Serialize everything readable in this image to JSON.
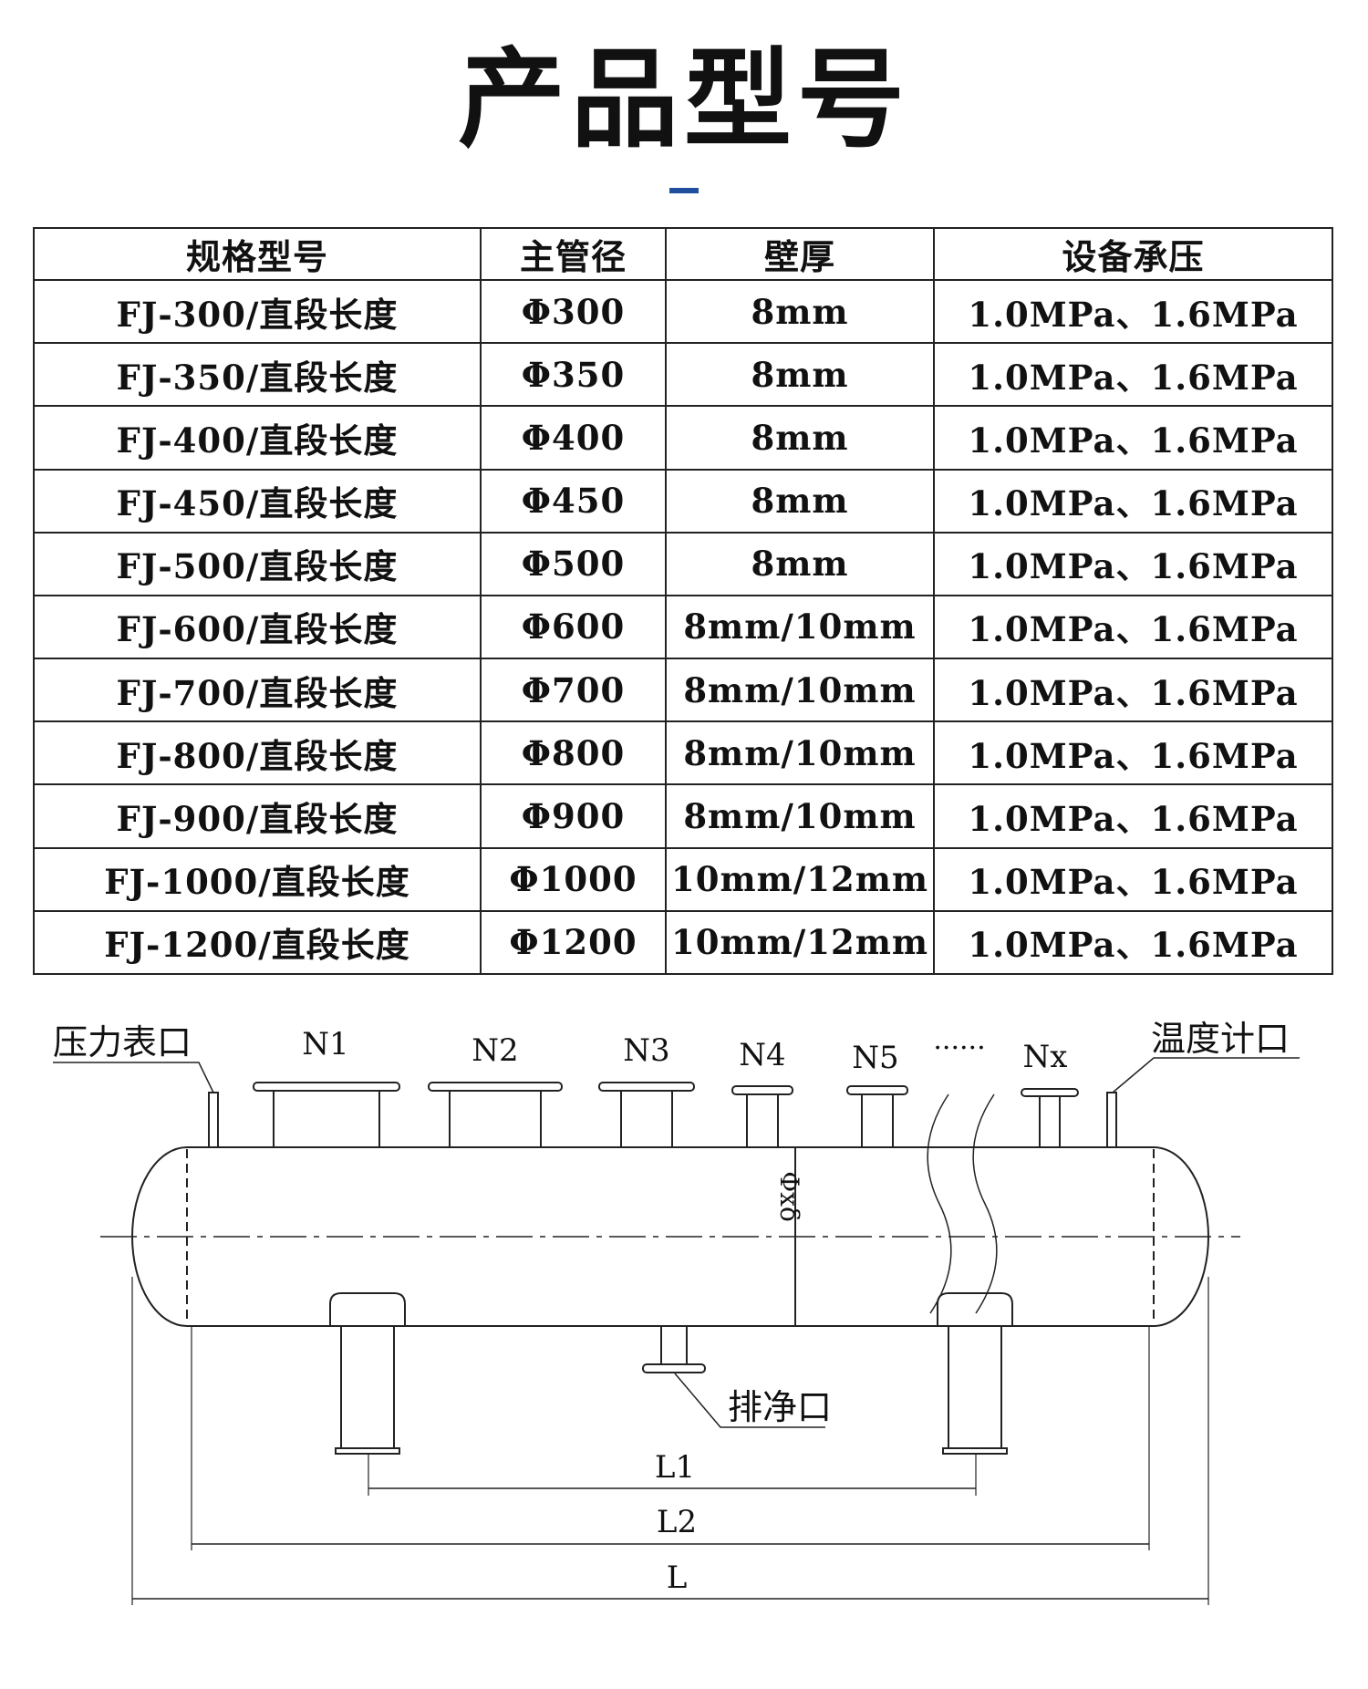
{
  "page_title": "产品型号",
  "accent_color": "#1e4e9c",
  "table": {
    "headers": [
      "规格型号",
      "主管径",
      "壁厚",
      "设备承压"
    ],
    "rows": [
      [
        "FJ-300/直段长度",
        "Φ300",
        "8mm",
        "1.0MPa、1.6MPa"
      ],
      [
        "FJ-350/直段长度",
        "Φ350",
        "8mm",
        "1.0MPa、1.6MPa"
      ],
      [
        "FJ-400/直段长度",
        "Φ400",
        "8mm",
        "1.0MPa、1.6MPa"
      ],
      [
        "FJ-450/直段长度",
        "Φ450",
        "8mm",
        "1.0MPa、1.6MPa"
      ],
      [
        "FJ-500/直段长度",
        "Φ500",
        "8mm",
        "1.0MPa、1.6MPa"
      ],
      [
        "FJ-600/直段长度",
        "Φ600",
        "8mm/10mm",
        "1.0MPa、1.6MPa"
      ],
      [
        "FJ-700/直段长度",
        "Φ700",
        "8mm/10mm",
        "1.0MPa、1.6MPa"
      ],
      [
        "FJ-800/直段长度",
        "Φ800",
        "8mm/10mm",
        "1.0MPa、1.6MPa"
      ],
      [
        "FJ-900/直段长度",
        "Φ900",
        "8mm/10mm",
        "1.0MPa、1.6MPa"
      ],
      [
        "FJ-1000/直段长度",
        "Φ1000",
        "10mm/12mm",
        "1.0MPa、1.6MPa"
      ],
      [
        "FJ-1200/直段长度",
        "Φ1200",
        "10mm/12mm",
        "1.0MPa、1.6MPa"
      ]
    ]
  },
  "diagram": {
    "labels": {
      "pressure_port": "压力表口",
      "temperature_port": "温度计口",
      "drain_port": "排净口",
      "dots": "......",
      "n1": "N1",
      "n2": "N2",
      "n3": "N3",
      "n4": "N4",
      "n5": "N5",
      "nx": "Nx",
      "l1": "L1",
      "l2": "L2",
      "l": "L",
      "dim": "Φxδ"
    }
  }
}
